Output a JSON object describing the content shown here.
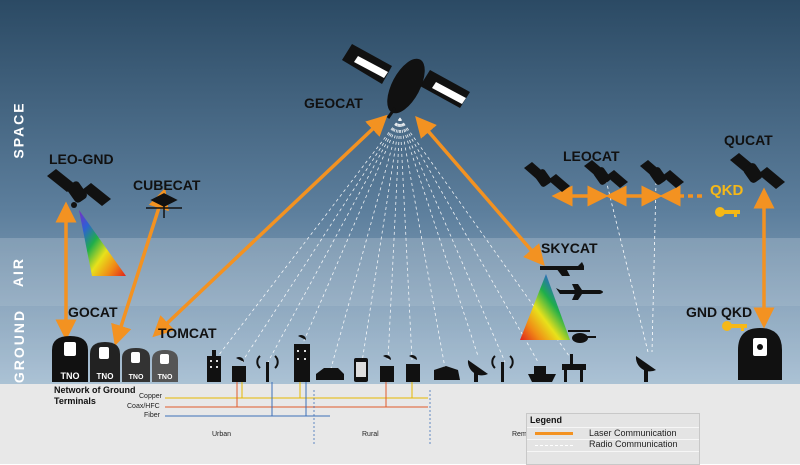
{
  "zones": {
    "space": "SPACE",
    "air": "AIR",
    "ground": "GROUND"
  },
  "labels": {
    "leo_gnd": "LEO-GND",
    "cubecat": "CUBECAT",
    "geocat": "GEOCAT",
    "leocat": "LEOCAT",
    "qucat": "QUCAT",
    "qkd": "QKD",
    "skycat": "SKYCAT",
    "gocat": "GOCAT",
    "tomcat": "TOMCAT",
    "gnd_qkd": "GND QKD"
  },
  "terminals": {
    "badge": "TNO",
    "count": 4
  },
  "ground_network": {
    "title_line1": "Network of Ground",
    "title_line2": "Terminals",
    "lines": [
      "Copper",
      "Coax/HFC",
      "Fiber"
    ],
    "areas": [
      "Urban",
      "Rural"
    ],
    "partial": "Rem"
  },
  "legend": {
    "title": "Legend",
    "laser": "Laser Communication",
    "radio": "Radio Communication"
  },
  "colors": {
    "sky_top": "#2c4a64",
    "sky_bottom": "#8aa6bf",
    "link": "#f39221",
    "key": "#f6b817",
    "silhouette": "#111111",
    "cable_copper": "#e6b800",
    "cable_coax": "#e05a2a",
    "cable_fiber": "#3d6fb8"
  }
}
